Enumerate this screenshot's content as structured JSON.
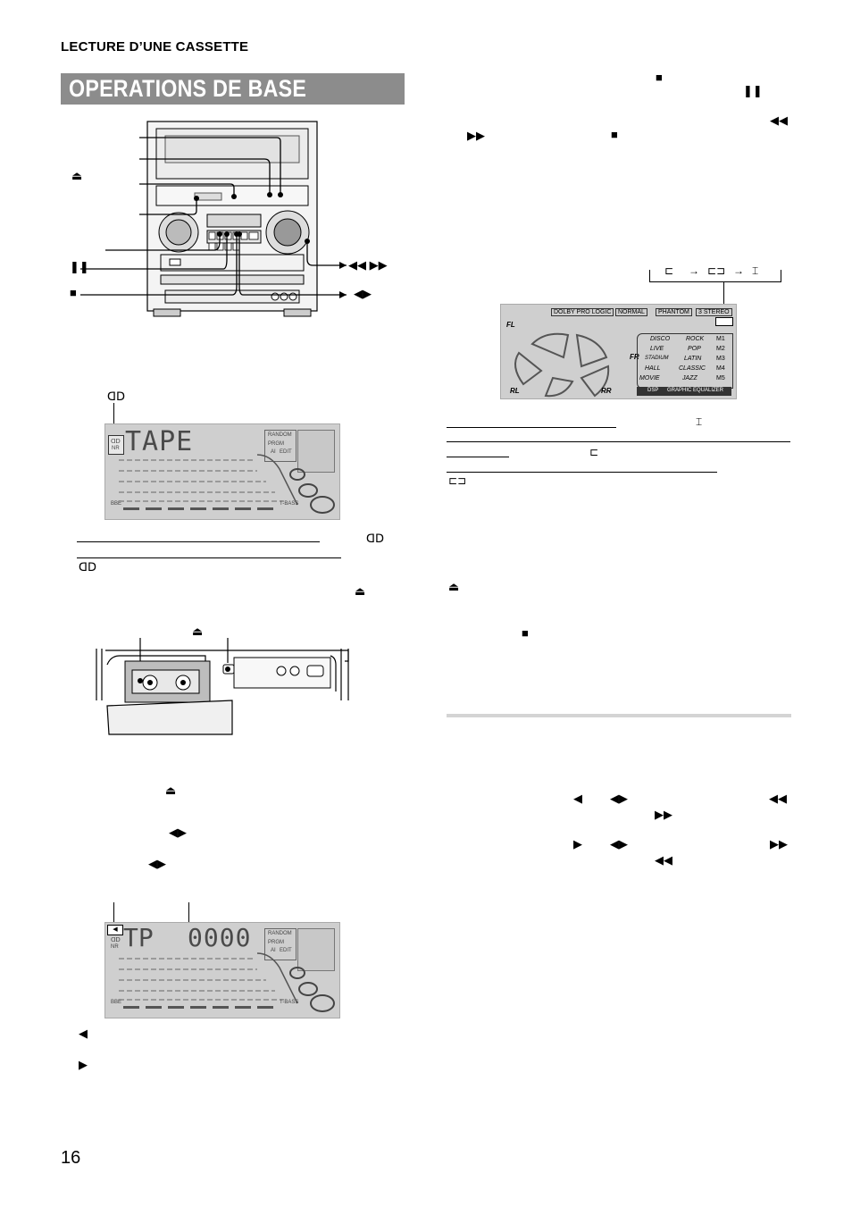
{
  "header": {
    "section": "LECTURE D’UNE CASSETTE",
    "title": "OPERATIONS DE BASE"
  },
  "symbols": {
    "eject": "⏏",
    "pause": "❚❚",
    "stop": "■",
    "rewind_ff": "◀◀ ▶▶",
    "rewind": "◀◀",
    "ff": "▶▶",
    "play_both": "◀▶",
    "reverse": "◀",
    "forward": "▶",
    "dolby": "ᗡᗞ",
    "rev_mode_1": "⊏",
    "rev_mode_2": "⊏⊐",
    "rev_mode_3": "⌶"
  },
  "lcd_tape": {
    "main": "TAPE",
    "nr": "NR",
    "random": "RANDOM",
    "prgm": "PRGM",
    "ai": "AI",
    "edit": "EDIT",
    "bbe": "BBE",
    "tbass": "T-BASS"
  },
  "lcd_tp": {
    "main": "TP",
    "counter": "0000",
    "nr": "NR",
    "random": "RANDOM",
    "prgm": "PRGM",
    "ai": "AI",
    "edit": "EDIT",
    "bbe": "BBE",
    "tbass": "T-BASS"
  },
  "dsp_display": {
    "tags": [
      "DOLBY PRO LOGIC",
      "NORMAL",
      "PHANTOM",
      "3 STEREO"
    ],
    "speakers": [
      "FL",
      "FR",
      "RL",
      "RR"
    ],
    "dsp_modes": [
      "DISCO",
      "LIVE",
      "STADIUM",
      "HALL",
      "MOVIE"
    ],
    "eq_modes": [
      "ROCK",
      "POP",
      "LATIN",
      "CLASSIC",
      "JAZZ"
    ],
    "memory": [
      "M1",
      "M2",
      "M3",
      "M4",
      "M5"
    ],
    "footer_dsp": "DSP",
    "footer_eq": "GRAPHIC EQUALIZER"
  },
  "page_number": "16"
}
